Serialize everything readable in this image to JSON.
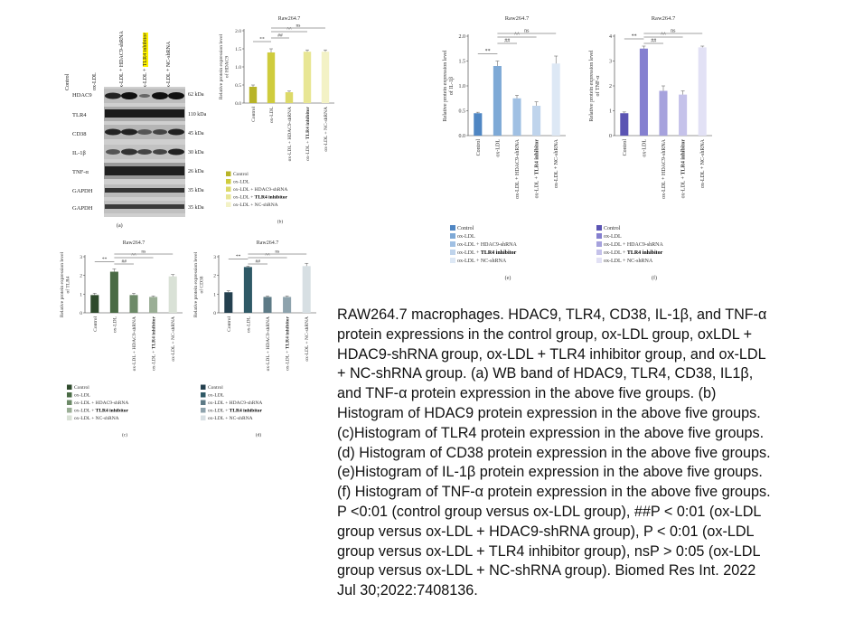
{
  "wb": {
    "lanes": [
      "Control",
      "ox-LDL",
      "ox-LDL + HDAC9-shRNA",
      "ox-LDL + TLR4 inhibitor",
      "ox-LDL + NC-shRNA"
    ],
    "rows": [
      {
        "label": "HDAC9",
        "kda": "62 kDa"
      },
      {
        "label": "TLR4",
        "kda": "110 kDa"
      },
      {
        "label": "CD38",
        "kda": "45 kDa"
      },
      {
        "label": "IL-1β",
        "kda": "30 kDa"
      },
      {
        "label": "TNF-α",
        "kda": "26 kDa"
      },
      {
        "label": "GAPDH",
        "kda": "35 kDa"
      },
      {
        "label": "GAPDH",
        "kda": "35 kDa"
      }
    ],
    "panel_letter": "(a)"
  },
  "groups": [
    "Control",
    "ox-LDL",
    "ox-LDL + HDAC9-shRNA",
    "ox-LDL + TLR4 inhibitor",
    "ox-LDL + NC-shRNA"
  ],
  "highlight_word": "TLR4 inhibitor",
  "significance": {
    "s1": "**",
    "s2": "##",
    "s3": "^^",
    "s4": "ns"
  },
  "chart_data": [
    {
      "panel": "(b)",
      "type": "bar",
      "title": "Raw264.7",
      "ylabel": "Relative protein expression level of HDAC9",
      "categories": [
        "Control",
        "ox-LDL",
        "ox-LDL + HDAC9-shRNA",
        "ox-LDL + TLR4 inhibitor",
        "ox-LDL + NC-shRNA"
      ],
      "values": [
        0.45,
        1.4,
        0.3,
        1.42,
        1.42
      ],
      "errors": [
        0.05,
        0.1,
        0.03,
        0.05,
        0.05
      ],
      "ylim": [
        0,
        2.0
      ],
      "yticks": [
        "0.0",
        "0.5",
        "1.0",
        "1.5",
        "2.0"
      ],
      "colors": [
        "#b8b428",
        "#cfcc3d",
        "#dcd968",
        "#e8e694",
        "#f3f2c6"
      ]
    },
    {
      "panel": "(c)",
      "type": "bar",
      "title": "Raw264.7",
      "ylabel": "Relative protein expression level of TLR4",
      "categories": [
        "Control",
        "ox-LDL",
        "ox-LDL + HDAC9-shRNA",
        "ox-LDL + TLR4 inhibitor",
        "ox-LDL + NC-shRNA"
      ],
      "values": [
        0.95,
        2.2,
        0.95,
        0.85,
        1.95
      ],
      "errors": [
        0.1,
        0.15,
        0.1,
        0.05,
        0.1
      ],
      "ylim": [
        0,
        3
      ],
      "yticks": [
        "0",
        "1",
        "2",
        "3"
      ],
      "colors": [
        "#2e4a2c",
        "#4a6b45",
        "#6d8a68",
        "#9aae95",
        "#d9e1d6"
      ]
    },
    {
      "panel": "(d)",
      "type": "bar",
      "title": "Raw264.7",
      "ylabel": "Relative protein expression level of CD38",
      "categories": [
        "Control",
        "ox-LDL",
        "ox-LDL + HDAC9-shRNA",
        "ox-LDL + TLR4 inhibitor",
        "ox-LDL + NC-shRNA"
      ],
      "values": [
        1.1,
        2.45,
        0.85,
        0.85,
        2.5
      ],
      "errors": [
        0.08,
        0.05,
        0.05,
        0.05,
        0.15
      ],
      "ylim": [
        0,
        3
      ],
      "yticks": [
        "0",
        "1",
        "2",
        "3"
      ],
      "colors": [
        "#24404f",
        "#2f5966",
        "#5d7a86",
        "#8ea3ad",
        "#d7dfe3"
      ]
    },
    {
      "panel": "(e)",
      "type": "bar",
      "title": "Raw264.7",
      "ylabel": "Relative protein expression level of IL-1β",
      "categories": [
        "Control",
        "ox-LDL",
        "ox-LDL + HDAC9-shRNA",
        "ox-LDL + TLR4 inhibitor",
        "ox-LDL + NC-shRNA"
      ],
      "values": [
        0.45,
        1.4,
        0.75,
        0.6,
        1.45
      ],
      "errors": [
        0.02,
        0.1,
        0.06,
        0.08,
        0.15
      ],
      "ylim": [
        0,
        2.0
      ],
      "yticks": [
        "0.0",
        "0.5",
        "1.0",
        "1.5",
        "2.0"
      ],
      "colors": [
        "#4f86c3",
        "#7ea9d6",
        "#a0c0e3",
        "#bfd4ec",
        "#dde8f5"
      ]
    },
    {
      "panel": "(f)",
      "type": "bar",
      "title": "Raw264.7",
      "ylabel": "Relative protein expression level of TNF-α",
      "categories": [
        "Control",
        "ox-LDL",
        "ox-LDL + HDAC9-shRNA",
        "ox-LDL + TLR4 inhibitor",
        "ox-LDL + NC-shRNA"
      ],
      "values": [
        0.9,
        3.5,
        1.8,
        1.65,
        3.55
      ],
      "errors": [
        0.05,
        0.1,
        0.2,
        0.15,
        0.05
      ],
      "ylim": [
        0,
        4
      ],
      "yticks": [
        "0",
        "1",
        "2",
        "3",
        "4"
      ],
      "colors": [
        "#5b54b3",
        "#8580d0",
        "#a6a2dd",
        "#c5c2ea",
        "#e2e1f5"
      ]
    }
  ],
  "caption": {
    "lines": [
      "RAW264.7 macrophages. HDAC9, TLR4, CD38, IL-1β, and TNF-α",
      "protein expressions in the control group, ox-LDL group, oxLDL +",
      "HDAC9-shRNA group, ox-LDL + TLR4 inhibitor group, and ox-LDL",
      "+ NC-shRNA group. (a) WB band of HDAC9, TLR4, CD38, IL1β,",
      "and TNF-α protein expression in the above five groups. (b)",
      "Histogram of HDAC9 protein expression in the above five groups.",
      "(c)Histogram of TLR4 protein expression in the above five groups.",
      "(d) Histogram of CD38 protein expression in the above five groups.",
      "(e)Histogram of IL-1β protein expression in the above five groups.",
      "(f) Histogram of TNF-α protein expression in the above five groups.",
      "P <0:01 (control group versus ox-LDL group), ##P < 0:01 (ox-LDL",
      "group versus ox-LDL + HDAC9-shRNA group),    P < 0:01 (ox-LDL",
      "group versus ox-LDL + TLR4 inhibitor group), nsP > 0:05 (ox-LDL",
      "group versus ox-LDL + NC-shRNA group). Biomed Res Int. 2022",
      "Jul 30;2022:7408136."
    ]
  }
}
